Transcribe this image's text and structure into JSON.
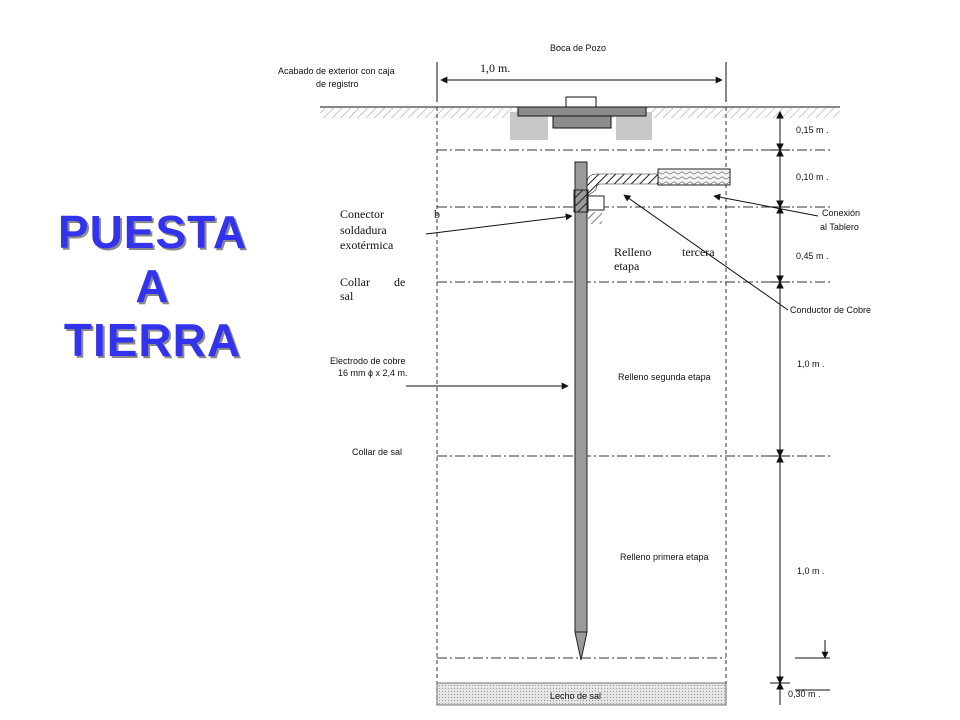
{
  "title": {
    "line1": "PUESTA",
    "line2": "A",
    "line3": "TIERRA"
  },
  "colors": {
    "title": "#3333ee",
    "shadow": "#8a8a8a",
    "electrode": "#9a9a9a",
    "box": "#c8c8c8"
  },
  "labels": {
    "boca": "Boca de Pozo",
    "acabado1": "Acabado de exterior con caja",
    "acabado2": "de registro",
    "width": "1,0 m.",
    "conector1": "Conector",
    "conector2": "soldadura",
    "conector3": "exotérmica",
    "conector_b": "b",
    "collar1a": "Collar",
    "collar1b": "de",
    "collar1c": "sal",
    "electrodo1": "Electrodo de cobre",
    "electrodo2": "16 mm ϕ x 2,4 m.",
    "collar2": "Collar de sal",
    "relleno3a": "Relleno",
    "relleno3b": "tercera",
    "relleno3c": "etapa",
    "relleno2": "Relleno segunda etapa",
    "relleno1": "Relleno primera etapa",
    "lecho": "Lecho de sal",
    "conexion1": "Conexión",
    "conexion2": "al Tablero",
    "conductor": "Conductor de Cobre"
  },
  "dimensions": [
    "0,15 m .",
    "0,10 m .",
    "0,45 m .",
    "1,0 m .",
    "1,0 m .",
    "0,30 m ."
  ]
}
